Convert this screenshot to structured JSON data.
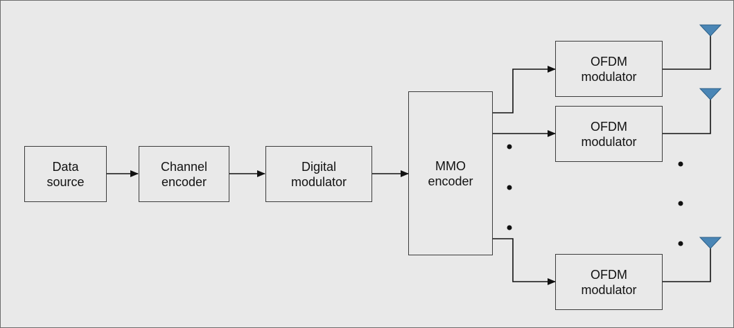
{
  "colors": {
    "background": "#e9e9e9",
    "block_border": "#3a3a3a",
    "wire": "#111111",
    "antenna_fill": "#4a86b6"
  },
  "blocks": {
    "data_source": {
      "line1": "Data",
      "line2": "source"
    },
    "channel_encoder": {
      "line1": "Channel",
      "line2": "encoder"
    },
    "digital_modulator": {
      "line1": "Digital",
      "line2": "modulator"
    },
    "mimo_encoder": {
      "line1": "MMO",
      "line2": "encoder"
    },
    "ofdm_1": {
      "line1": "OFDM",
      "line2": "modulator"
    },
    "ofdm_2": {
      "line1": "OFDM",
      "line2": "modulator"
    },
    "ofdm_n": {
      "line1": "OFDM",
      "line2": "modulator"
    }
  },
  "icons": {
    "antenna": "antenna-icon",
    "ellipsis": "vertical-ellipsis"
  }
}
